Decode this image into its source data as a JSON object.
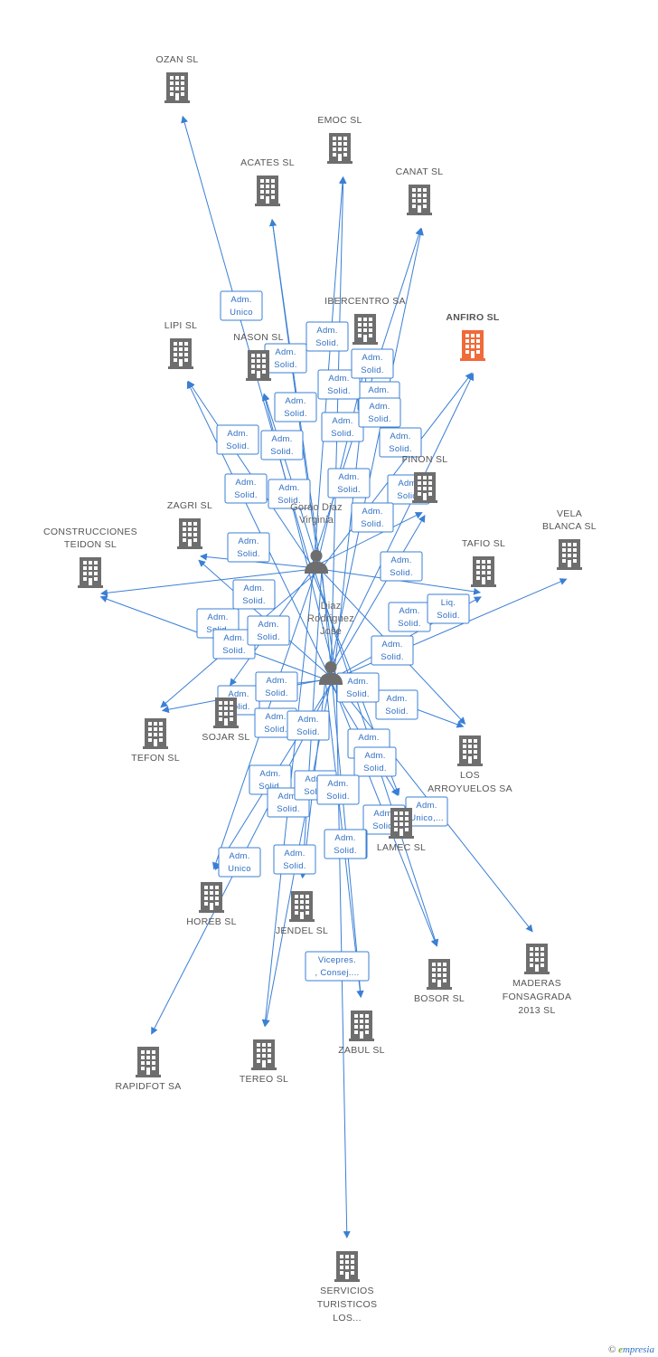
{
  "colors": {
    "edge": "#3a7fd5",
    "building": "#6e6e6e",
    "highlight": "#f06a3a",
    "person": "#6e6e6e",
    "badge_text": "#2f6fc4"
  },
  "persons": [
    {
      "id": "p1",
      "lines": [
        "Gordo Diaz",
        "Virginia"
      ]
    },
    {
      "id": "p2",
      "lines": [
        "Diaz",
        "Rodriguez",
        "Jose"
      ]
    }
  ],
  "companies": [
    {
      "id": "ozan",
      "lines": [
        "OZAN SL"
      ]
    },
    {
      "id": "emoc",
      "lines": [
        "EMOC SL"
      ]
    },
    {
      "id": "acates",
      "lines": [
        "ACATES SL"
      ]
    },
    {
      "id": "canat",
      "lines": [
        "CANAT SL"
      ]
    },
    {
      "id": "ibercentro",
      "lines": [
        "IBERCENTRO SA"
      ]
    },
    {
      "id": "anfiro",
      "lines": [
        "ANFIRO SL"
      ],
      "highlight": true
    },
    {
      "id": "lipi",
      "lines": [
        "LIPI SL"
      ]
    },
    {
      "id": "nason",
      "lines": [
        "NASON SL"
      ]
    },
    {
      "id": "finon",
      "lines": [
        "FINON SL"
      ]
    },
    {
      "id": "zagri",
      "lines": [
        "ZAGRI SL"
      ]
    },
    {
      "id": "teidon",
      "lines": [
        "CONSTRUCCIONES",
        "TEIDON SL"
      ]
    },
    {
      "id": "vela",
      "lines": [
        "VELA",
        "BLANCA SL"
      ]
    },
    {
      "id": "tafio",
      "lines": [
        "TAFIO SL"
      ]
    },
    {
      "id": "tefon",
      "lines": [
        "TEFON SL"
      ]
    },
    {
      "id": "sojar",
      "lines": [
        "SOJAR SL"
      ]
    },
    {
      "id": "arroyuelos",
      "lines": [
        "LOS",
        "ARROYUELOS SA"
      ]
    },
    {
      "id": "lamec",
      "lines": [
        "LAMEC SL"
      ]
    },
    {
      "id": "horeb",
      "lines": [
        "HOREB SL"
      ]
    },
    {
      "id": "jendel",
      "lines": [
        "JENDEL SL"
      ]
    },
    {
      "id": "bosor",
      "lines": [
        "BOSOR SL"
      ]
    },
    {
      "id": "maderas",
      "lines": [
        "MADERAS",
        "FONSAGRADA",
        "2013 SL"
      ]
    },
    {
      "id": "zabul",
      "lines": [
        "ZABUL SL"
      ]
    },
    {
      "id": "tereo",
      "lines": [
        "TEREO SL"
      ]
    },
    {
      "id": "rapidfot",
      "lines": [
        "RAPIDFOT SA"
      ]
    },
    {
      "id": "servicios",
      "lines": [
        "SERVICIOS",
        "TURISTICOS",
        "LOS..."
      ]
    }
  ],
  "edges": [
    {
      "from": "p1",
      "to": "ozan",
      "label": [
        "Adm.",
        "Unico"
      ]
    },
    {
      "from": "p1",
      "to": "emoc",
      "label": [
        "Adm.",
        "Solid."
      ]
    },
    {
      "from": "p2",
      "to": "emoc",
      "label": [
        "Adm.",
        "Solid."
      ]
    },
    {
      "from": "p1",
      "to": "acates",
      "label": [
        "Adm.",
        "Solid."
      ]
    },
    {
      "from": "p2",
      "to": "acates",
      "label": [
        "Adm.",
        "Solid."
      ]
    },
    {
      "from": "p1",
      "to": "canat",
      "label": [
        "Adm.",
        "Solid."
      ]
    },
    {
      "from": "p2",
      "to": "canat",
      "label": [
        "Adm.",
        "Solid."
      ]
    },
    {
      "from": "p1",
      "to": "ibercentro",
      "label": [
        "Adm.",
        "Solid."
      ]
    },
    {
      "from": "p2",
      "to": "ibercentro",
      "label": [
        "Adm.",
        "Solid."
      ]
    },
    {
      "from": "p1",
      "to": "anfiro",
      "label": [
        "Adm.",
        "Solid."
      ]
    },
    {
      "from": "p2",
      "to": "anfiro",
      "label": [
        "Adm.",
        "Solid."
      ]
    },
    {
      "from": "p1",
      "to": "lipi",
      "label": [
        "Adm.",
        "Solid."
      ]
    },
    {
      "from": "p2",
      "to": "lipi",
      "label": [
        "Adm.",
        "Solid."
      ]
    },
    {
      "from": "p1",
      "to": "nason",
      "label": [
        "Adm.",
        "Solid."
      ]
    },
    {
      "from": "p2",
      "to": "nason",
      "label": [
        "Adm.",
        "Solid."
      ]
    },
    {
      "from": "p1",
      "to": "finon",
      "label": [
        "Adm.",
        "Solid."
      ]
    },
    {
      "from": "p2",
      "to": "finon",
      "label": [
        "Adm.",
        "Solid."
      ]
    },
    {
      "from": "p1",
      "to": "zagri",
      "label": [
        "Adm.",
        "Solid."
      ]
    },
    {
      "from": "p2",
      "to": "zagri",
      "label": [
        "Adm.",
        "Solid."
      ]
    },
    {
      "from": "p1",
      "to": "teidon",
      "label": [
        "Adm.",
        "Solid."
      ]
    },
    {
      "from": "p2",
      "to": "teidon",
      "label": [
        "Adm.",
        "Solid."
      ]
    },
    {
      "from": "p1",
      "to": "tafio",
      "label": [
        "Adm.",
        "Solid."
      ]
    },
    {
      "from": "p2",
      "to": "tafio",
      "label": [
        "Adm.",
        "Solid."
      ]
    },
    {
      "from": "p2",
      "to": "vela",
      "label": [
        "Liq.",
        "Solid."
      ]
    },
    {
      "from": "p1",
      "to": "tefon",
      "label": [
        "Adm.",
        "Solid."
      ]
    },
    {
      "from": "p2",
      "to": "tefon",
      "label": [
        "Adm.",
        "Solid."
      ]
    },
    {
      "from": "p1",
      "to": "sojar",
      "label": [
        "Adm.",
        "Solid."
      ]
    },
    {
      "from": "p2",
      "to": "sojar",
      "label": [
        "Adm.",
        "Solid."
      ]
    },
    {
      "from": "p1",
      "to": "arroyuelos",
      "label": [
        "Adm.",
        "Solid."
      ]
    },
    {
      "from": "p2",
      "to": "arroyuelos",
      "label": [
        "Adm.",
        "Solid."
      ]
    },
    {
      "from": "p1",
      "to": "lamec",
      "label": [
        "Adm.",
        "Solid."
      ]
    },
    {
      "from": "p2",
      "to": "lamec",
      "label": [
        "Adm.",
        "Solid."
      ]
    },
    {
      "from": "p1",
      "to": "horeb",
      "label": [
        "Adm.",
        "Solid."
      ]
    },
    {
      "from": "p2",
      "to": "horeb",
      "label": [
        "Adm.",
        "Solid."
      ]
    },
    {
      "from": "p1",
      "to": "jendel",
      "label": [
        "Adm.",
        "Solid."
      ]
    },
    {
      "from": "p2",
      "to": "jendel",
      "label": [
        "Adm.",
        "Solid."
      ]
    },
    {
      "from": "p1",
      "to": "bosor",
      "label": [
        "Adm.",
        "Solid."
      ]
    },
    {
      "from": "p2",
      "to": "bosor",
      "label": [
        "Adm.",
        "Solid."
      ]
    },
    {
      "from": "p2",
      "to": "maderas",
      "label": [
        "Adm.",
        "Unico,..."
      ]
    },
    {
      "from": "p1",
      "to": "zabul",
      "label": [
        "Adm.",
        "Solid."
      ]
    },
    {
      "from": "p2",
      "to": "zabul",
      "label": [
        "Adm.",
        "Solid."
      ]
    },
    {
      "from": "p1",
      "to": "tereo",
      "label": [
        "Adm.",
        "Solid."
      ]
    },
    {
      "from": "p2",
      "to": "tereo",
      "label": [
        "Vicepres.",
        ", Consej...."
      ]
    },
    {
      "from": "p2",
      "to": "rapidfot",
      "label": [
        "Adm.",
        "Unico"
      ]
    },
    {
      "from": "p2",
      "to": "servicios",
      "label": [
        "Adm.",
        "Solid."
      ]
    }
  ],
  "footer": {
    "copyright": "©",
    "brand_first": "e",
    "brand_rest": "mpresia"
  }
}
